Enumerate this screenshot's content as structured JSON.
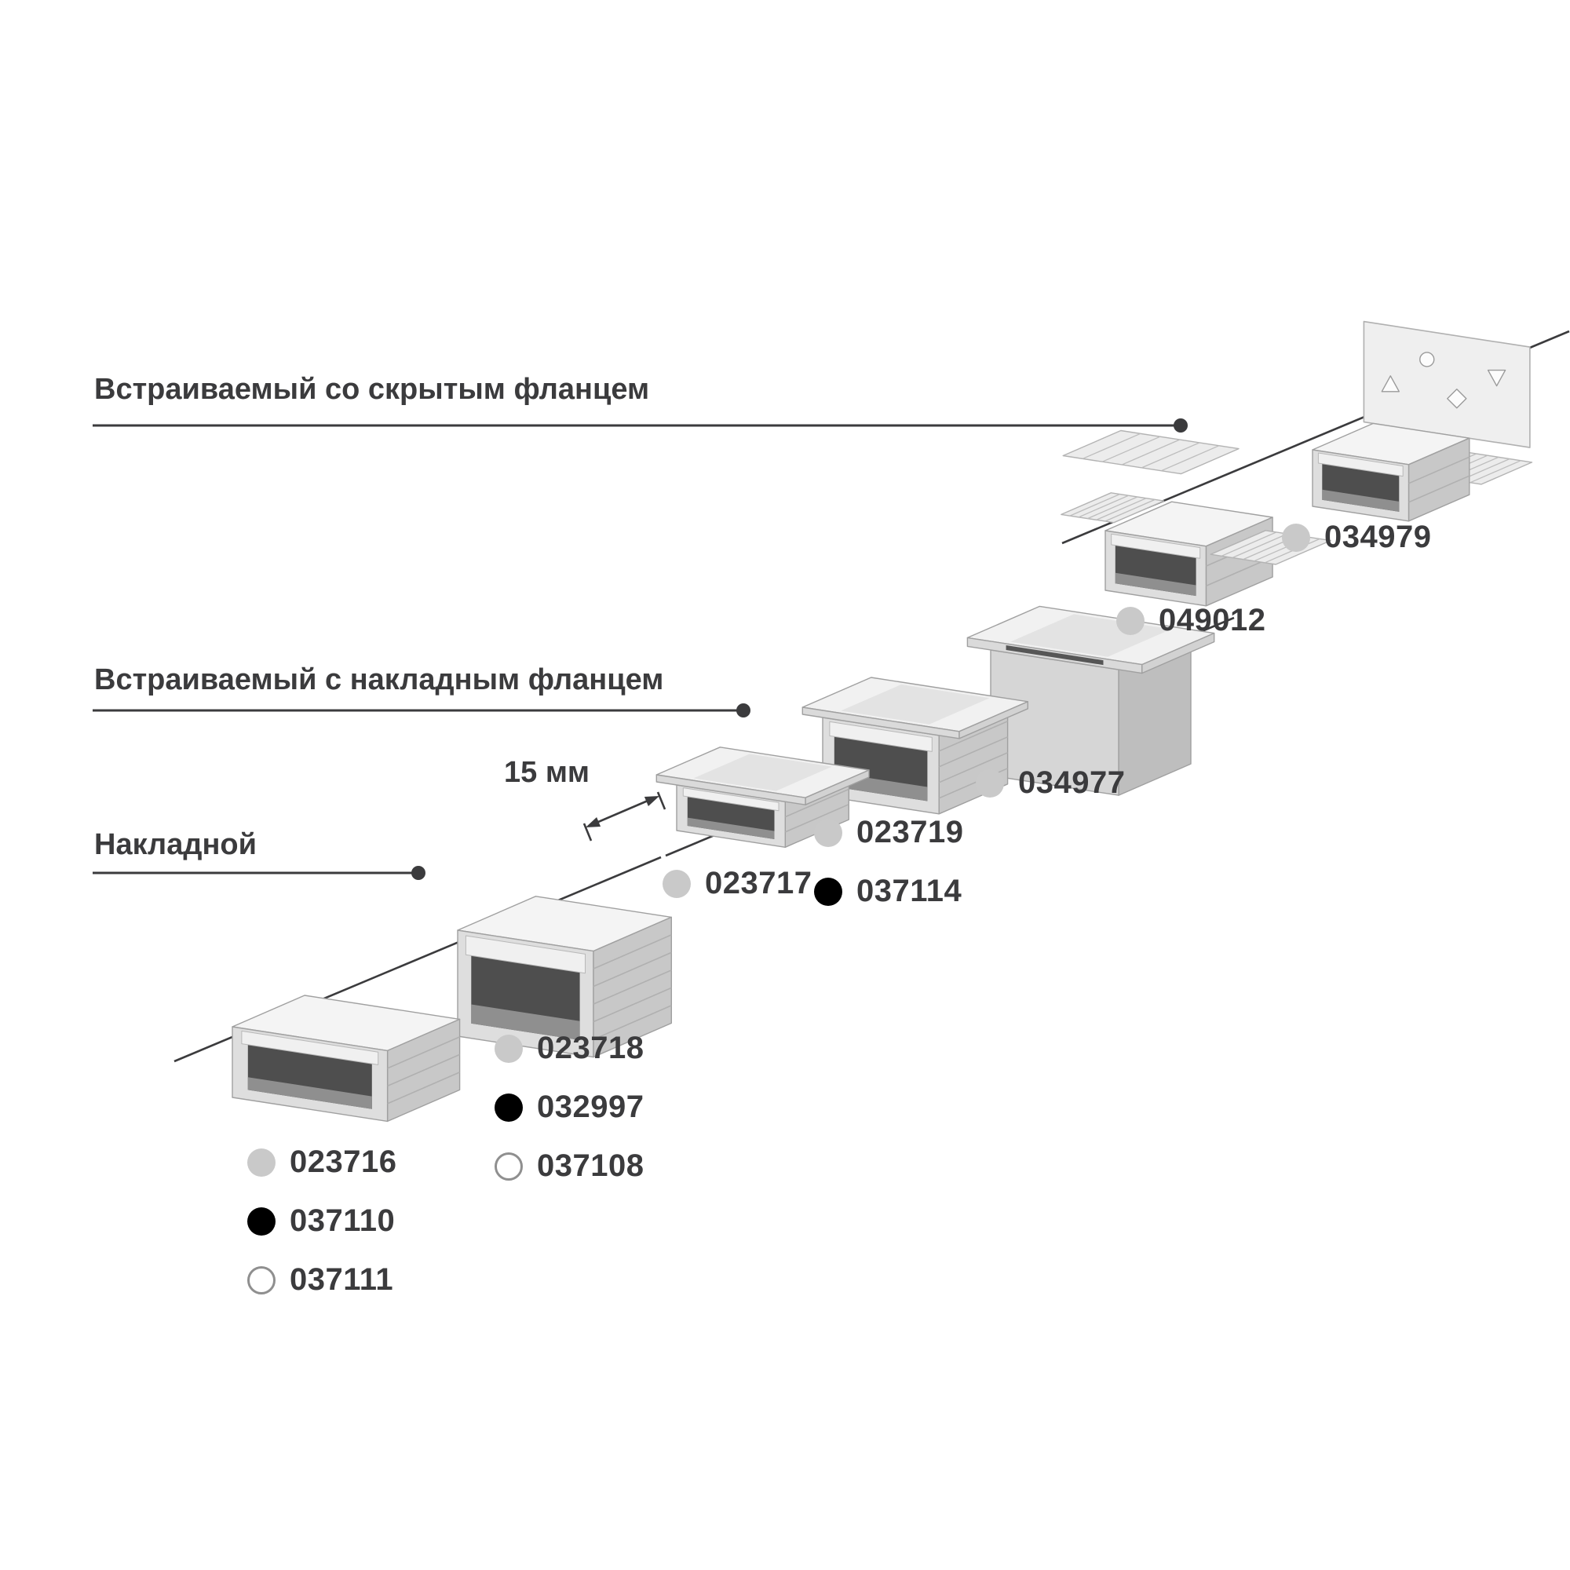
{
  "categories": [
    {
      "label": "Встраиваемый со скрытым фланцем"
    },
    {
      "label": "Встраиваемый с накладным фланцем"
    },
    {
      "label": "Накладной"
    }
  ],
  "dimension": {
    "label": "15 мм"
  },
  "dot_colors": {
    "gray": "#c9c9c9",
    "black": "#000000",
    "white": "#ffffff"
  },
  "code_groups": [
    {
      "items": [
        {
          "code": "023716",
          "dot": "gray"
        },
        {
          "code": "037110",
          "dot": "black"
        },
        {
          "code": "037111",
          "dot": "white"
        }
      ]
    },
    {
      "items": [
        {
          "code": "023718",
          "dot": "gray"
        },
        {
          "code": "032997",
          "dot": "black"
        },
        {
          "code": "037108",
          "dot": "white"
        }
      ]
    },
    {
      "items": [
        {
          "code": "023717",
          "dot": "gray"
        }
      ]
    },
    {
      "items": [
        {
          "code": "023719",
          "dot": "gray"
        },
        {
          "code": "037114",
          "dot": "black"
        }
      ]
    },
    {
      "items": [
        {
          "code": "034977",
          "dot": "gray"
        }
      ]
    },
    {
      "items": [
        {
          "code": "049012",
          "dot": "gray"
        }
      ]
    },
    {
      "items": [
        {
          "code": "034979",
          "dot": "gray"
        }
      ]
    }
  ]
}
